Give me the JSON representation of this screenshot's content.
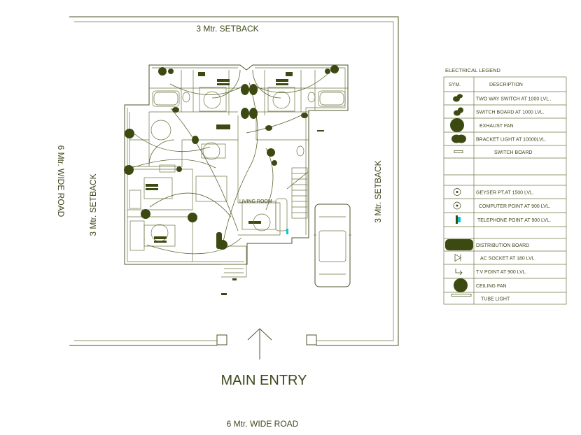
{
  "site": {
    "setback_top": "3 Mtr. SETBACK",
    "setback_left": "3 Mtr. SETBACK",
    "setback_right": "3 Mtr. SETBACK",
    "road_left": "6 Mtr. WIDE ROAD",
    "road_bottom": "6 Mtr. WIDE ROAD",
    "main_entry": "MAIN ENTRY",
    "living_room": "LIVING ROOM"
  },
  "legend": {
    "title": "ELECTRICAL LEGEND",
    "header_sym": "SYM.",
    "header_desc": "DESCRIPTION",
    "rows": [
      {
        "icon": "two-way-switch-icon",
        "desc": "TWO WAY SWITCH AT 1000 LVL ."
      },
      {
        "icon": "switch-board-blob-icon",
        "desc": "SWITCH BOARD AT 1000 LVL."
      },
      {
        "icon": "exhaust-fan-icon",
        "desc": "EXHAUST FAN"
      },
      {
        "icon": "bracket-light-icon",
        "desc": "BRACKET LIGHT AT 10000LVL."
      },
      {
        "icon": "switch-board-icon",
        "desc": "SWITCH BOARD"
      },
      {
        "icon": "",
        "desc": ""
      },
      {
        "icon": "",
        "desc": ""
      },
      {
        "icon": "geyser-point-icon",
        "desc": "GEYSER PT.AT 1500 LVL."
      },
      {
        "icon": "computer-point-icon",
        "desc": "COMPUTER POINT AT 900 LVL."
      },
      {
        "icon": "telephone-point-icon",
        "desc": "TELEPHONE POINT AT 900 LVL."
      },
      {
        "icon": "",
        "desc": ""
      },
      {
        "icon": "distribution-board-icon",
        "desc": "DISTRIBUTION BOARD"
      },
      {
        "icon": "ac-socket-icon",
        "desc": "AC SOCKET AT 180 LVL"
      },
      {
        "icon": "tv-point-icon",
        "desc": "T.V POINT AT 900 LVL."
      },
      {
        "icon": "ceiling-fan-icon",
        "desc": "CEILING FAN"
      },
      {
        "icon": "tube-light-icon",
        "desc": "TUBE LIGHT"
      }
    ]
  },
  "colors": {
    "ink": "#3e4a1c",
    "symbol": "#3c4a12",
    "telephone_accent": "#00c8e0"
  }
}
